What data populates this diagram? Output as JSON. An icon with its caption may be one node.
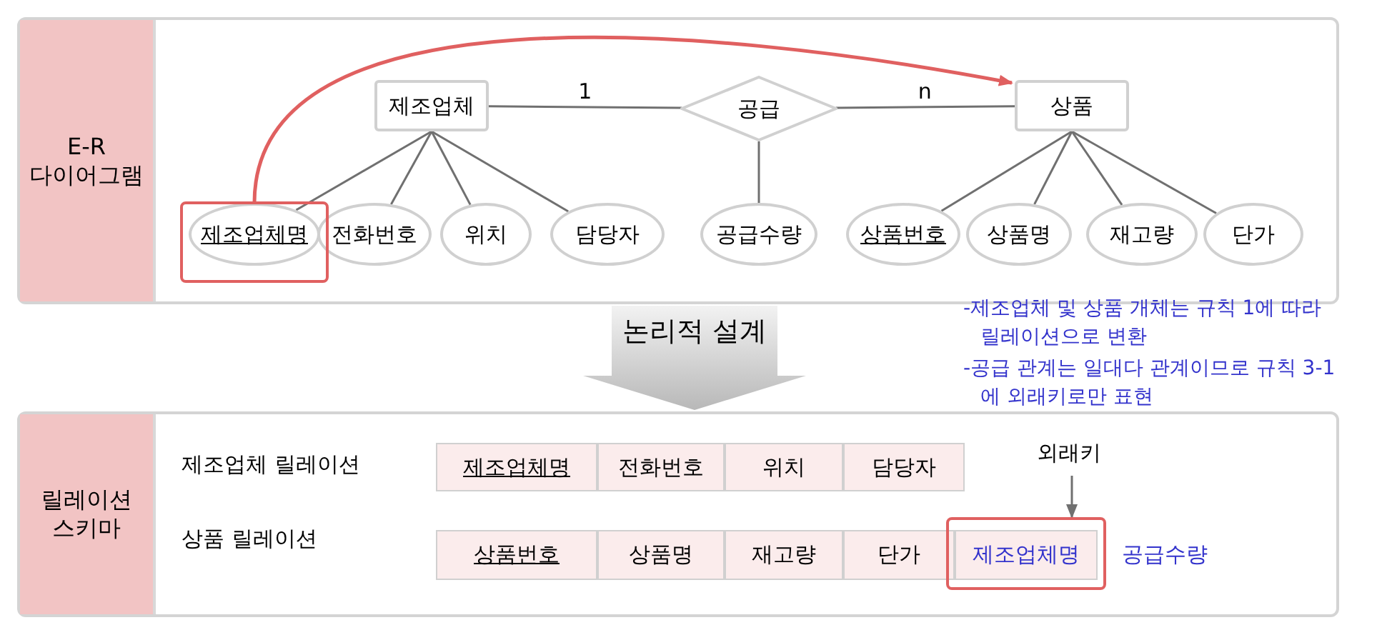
{
  "diagram": {
    "nodes": [
      {
        "text": [
          "E-R 다이어그램"
        ]
      },
      {
        "text": [
          "제조업체"
        ],
        "in": 0
      },
      {
        "text": [
          "공급"
        ],
        "in": 0
      },
      {
        "text": [
          "상품"
        ],
        "in": 0
      },
      {
        "text": [
          "제조업체명"
        ],
        "in": 0
      },
      {
        "text": [
          "전화번호"
        ],
        "in": 0
      },
      {
        "text": [
          "위치"
        ],
        "in": 0
      },
      {
        "text": [
          "담당자"
        ],
        "in": 0
      },
      {
        "text": [
          "공급수량"
        ],
        "in": 0
      },
      {
        "text": [
          "상품번호"
        ],
        "in": 0
      },
      {
        "text": [
          "상품명"
        ],
        "in": 0
      },
      {
        "text": [
          "재고량"
        ],
        "in": 0
      },
      {
        "text": [
          "단가"
        ],
        "in": 0
      },
      {
        "text": [
          "릴레이션 스키마"
        ]
      },
      {
        "text": [
          "제조업체명"
        ],
        "in": 13
      },
      {
        "text": [
          "전화번호"
        ],
        "in": 13
      },
      {
        "text": [
          "위치"
        ],
        "in": 13
      },
      {
        "text": [
          "담당자"
        ],
        "in": 13
      },
      {
        "text": [
          "상품번호"
        ],
        "in": 13
      },
      {
        "text": [
          "상품명"
        ],
        "in": 13
      },
      {
        "text": [
          "재고량"
        ],
        "in": 13
      },
      {
        "text": [
          "단가"
        ],
        "in": 13
      },
      {
        "text": [
          "제조업체명"
        ],
        "in": 13
      },
      {
        "text": [
          "공급수량"
        ],
        "in": 13
      },
      {
        "text": [
          "외래키"
        ],
        "in": 13
      }
    ],
    "edges": [
      {
        "from": 1,
        "to": 2,
        "arrow": "none",
        "label": "1"
      },
      {
        "from": 2,
        "to": 3,
        "arrow": "none",
        "label": "n"
      },
      {
        "from": 1,
        "to": 4,
        "arrow": "none"
      },
      {
        "from": 1,
        "to": 5,
        "arrow": "none"
      },
      {
        "from": 1,
        "to": 6,
        "arrow": "none"
      },
      {
        "from": 1,
        "to": 7,
        "arrow": "none"
      },
      {
        "from": 2,
        "to": 8,
        "arrow": "none"
      },
      {
        "from": 3,
        "to": 9,
        "arrow": "none"
      },
      {
        "from": 3,
        "to": 10,
        "arrow": "none"
      },
      {
        "from": 3,
        "to": 11,
        "arrow": "none"
      },
      {
        "from": 3,
        "to": 12,
        "arrow": "none"
      },
      {
        "from": 4,
        "to": 3,
        "arrow": "to",
        "color": "#e06060"
      },
      {
        "from": 0,
        "to": 13,
        "arrow": "to",
        "style": "thick",
        "label": "논리적 설계"
      },
      {
        "from": 24,
        "to": 22,
        "arrow": "to"
      }
    ],
    "labels": [
      "-제조업체 및 상품 개체는 규칙 1에 따라 릴레이션으로 변환",
      "-공급 관계는 일대다 관계이므로 규칙 3-1에 외래키로만 표현",
      "제조업체 릴레이션",
      "상품 릴레이션"
    ]
  }
}
